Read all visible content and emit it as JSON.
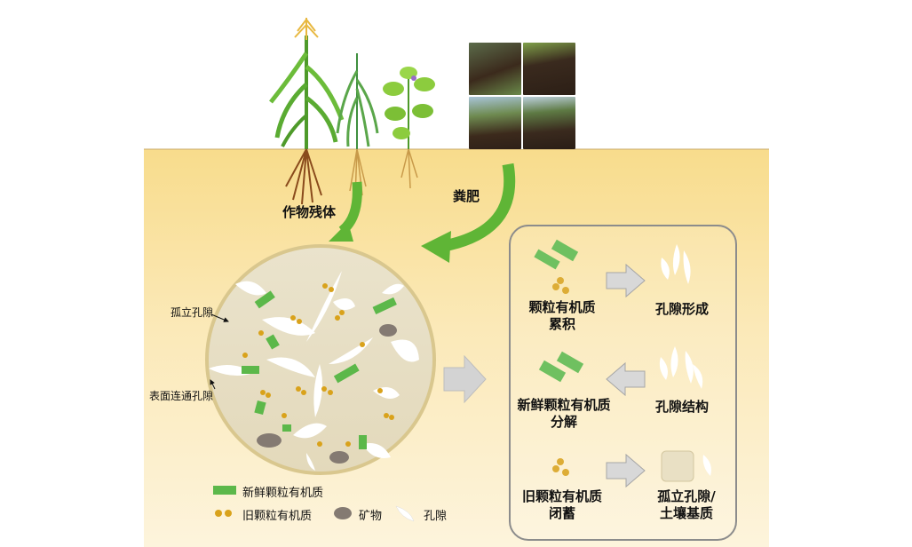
{
  "labels": {
    "crop_residue": "作物残体",
    "manure": "粪肥",
    "isolated_pore": "孤立孔隙",
    "surface_pore": "表面连通孔隙"
  },
  "legend": {
    "fresh_pom": "新鲜颗粒有机质",
    "old_pom": "旧颗粒有机质",
    "mineral": "矿物",
    "pore": "孔隙"
  },
  "process": {
    "row1_left": "颗粒有机质\n累积",
    "row1_right": "孔隙形成",
    "row2_left": "新鲜颗粒有机质\n分解",
    "row2_right": "孔隙结构",
    "row3_left": "旧颗粒有机质\n闭蓄",
    "row3_right": "孤立孔隙/\n土壤基质"
  },
  "colors": {
    "green_pom": "#5cb84a",
    "old_pom": "#d9a21b",
    "mineral": "#847a72",
    "arrow_green": "#5fb536",
    "soil_top": "#f8dc8c",
    "aggregate": "#e8e0c9",
    "aggregate_border": "#d9c78e",
    "arrow_gray": "#d3d3d3"
  },
  "icons": [
    "corn-plant-icon",
    "wheat-plant-icon",
    "soybean-plant-icon",
    "compost-photo-icon"
  ]
}
